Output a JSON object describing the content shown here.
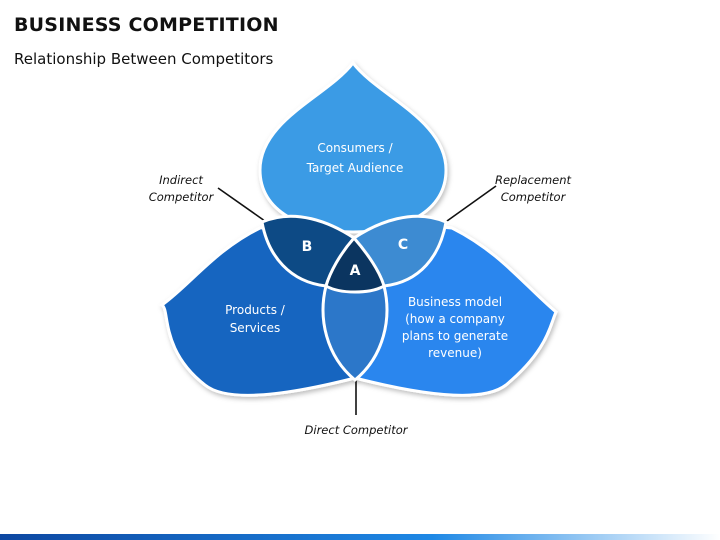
{
  "header": {
    "title": "BUSINESS COMPETITION",
    "subtitle": "Relationship Between Competitors"
  },
  "petals": {
    "top": {
      "line1": "Consumers /",
      "line2": "Target Audience",
      "color": "#3a9be5"
    },
    "left": {
      "line1": "Products /",
      "line2": "Services",
      "color": "#1565c0"
    },
    "right": {
      "line1": "Business model",
      "line2": "(how a company",
      "line3": "plans to generate",
      "line4": "revenue)",
      "color": "#2b86ee"
    }
  },
  "overlaps": {
    "a": {
      "letter": "A",
      "color": "#0b3560"
    },
    "b": {
      "letter": "B",
      "color": "#0d4a85"
    },
    "c": {
      "letter": "C",
      "color": "#3d8bd2"
    },
    "lower": {
      "color": "#2c77c9"
    }
  },
  "callouts": {
    "indirect": {
      "line1": "Indirect",
      "line2": "Competitor"
    },
    "replacement": {
      "line1": "Replacement",
      "line2": "Competitor"
    },
    "direct": {
      "label": "Direct Competitor"
    }
  },
  "footer": {
    "colors": [
      "#0d47a1",
      "#1e88e5",
      "#ffffff"
    ]
  }
}
